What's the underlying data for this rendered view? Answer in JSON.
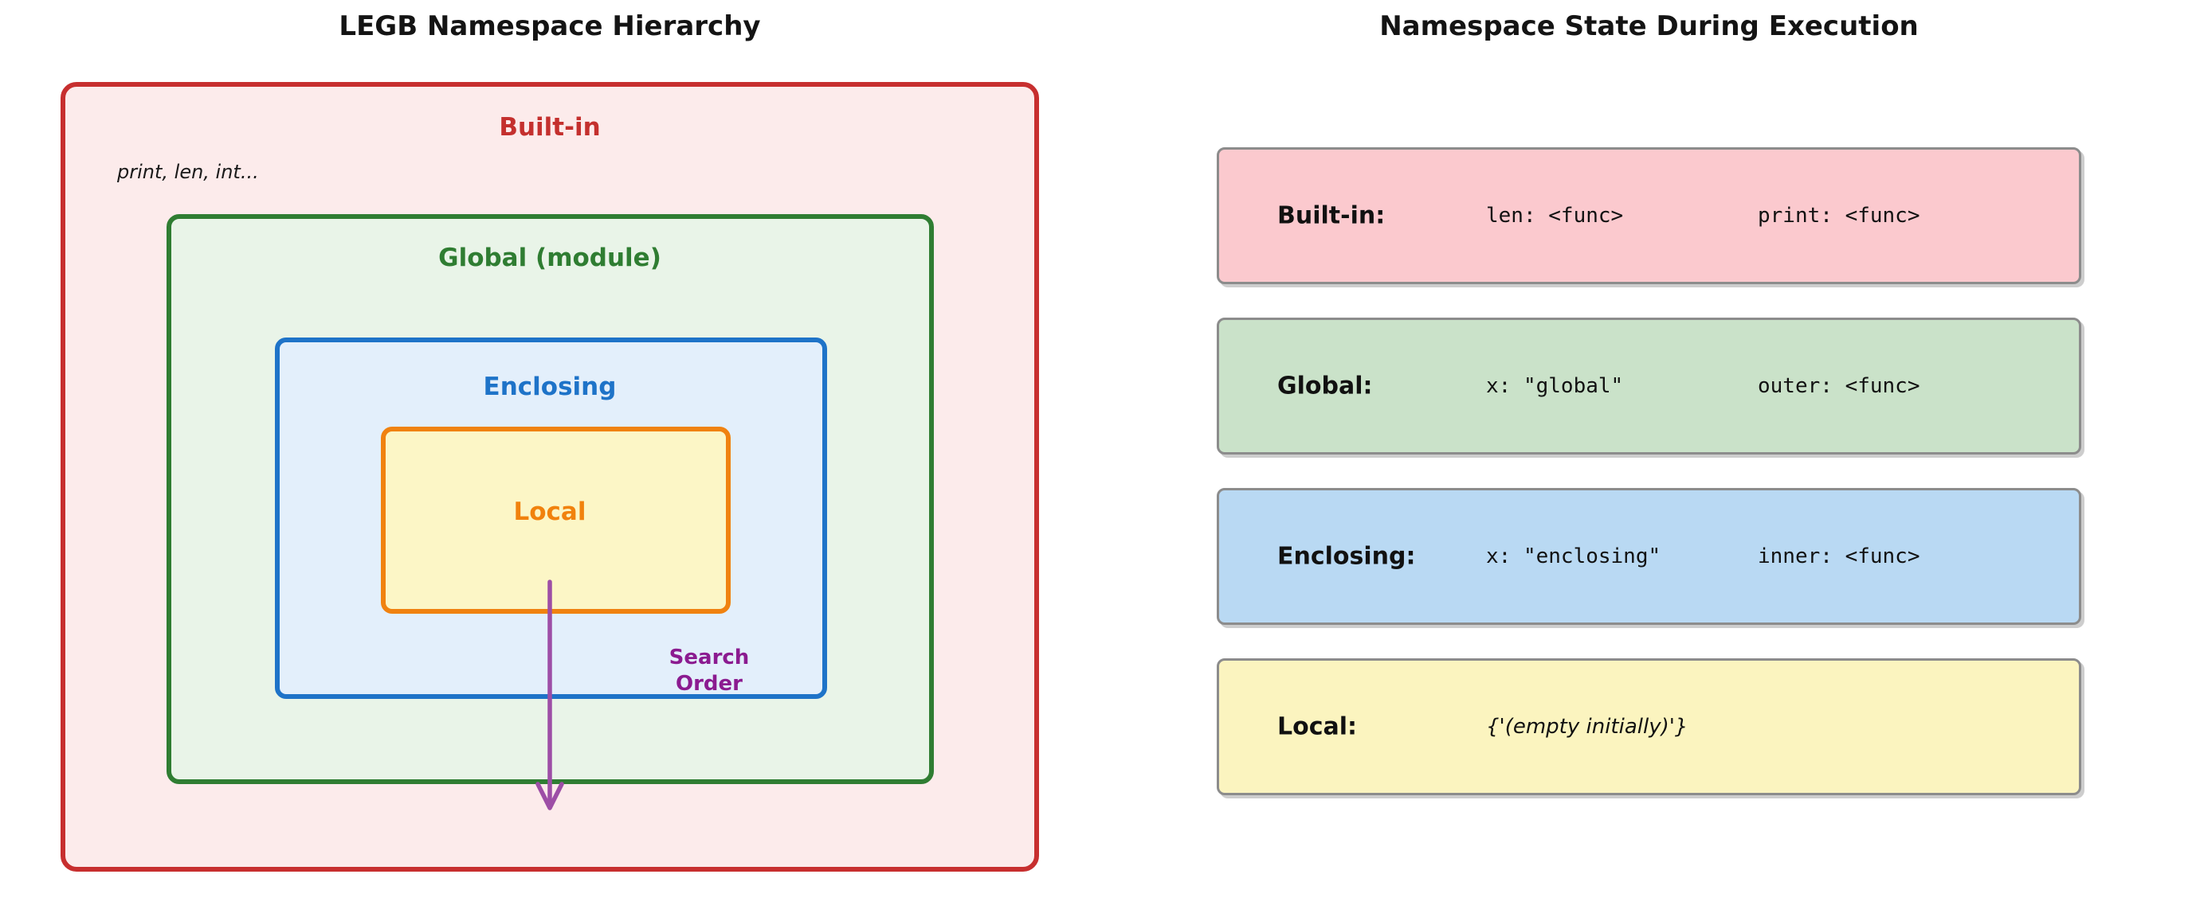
{
  "left_panel": {
    "title": "LEGB Namespace Hierarchy",
    "builtin": {
      "label": "Built-in",
      "note": "print, len, int...",
      "border_color": "#c72f2f",
      "fill_color": "#fcebeb",
      "label_color": "#c4302e"
    },
    "global": {
      "label": "Global (module)",
      "border_color": "#2f7d32",
      "fill_color": "#e9f4e8",
      "label_color": "#2f7d32"
    },
    "enclosing": {
      "label": "Enclosing",
      "border_color": "#1e73c8",
      "fill_color": "#e3effb",
      "label_color": "#1e73c8"
    },
    "local": {
      "label": "Local",
      "border_color": "#f08210",
      "fill_color": "#fcf6c6",
      "label_color": "#f1820d"
    },
    "search_order": {
      "text": "Search\nOrder",
      "color": "#8b1b90"
    },
    "arrow": {
      "color": "#9d4ea6"
    }
  },
  "right_panel": {
    "title": "Namespace State During Execution",
    "rows": [
      {
        "label": "Built-in:",
        "entry1": "len: <func>",
        "entry2": "print: <func>",
        "fill_color": "#fbc9ce"
      },
      {
        "label": "Global:",
        "entry1": "x: \"global\"",
        "entry2": "outer: <func>",
        "fill_color": "#cae2c9"
      },
      {
        "label": "Enclosing:",
        "entry1": "x: \"enclosing\"",
        "entry2": "inner: <func>",
        "fill_color": "#b9d9f3"
      },
      {
        "label": "Local:",
        "entry1": "{'(empty initially)'}",
        "entry2": "",
        "fill_color": "#fbf4bf"
      }
    ]
  }
}
